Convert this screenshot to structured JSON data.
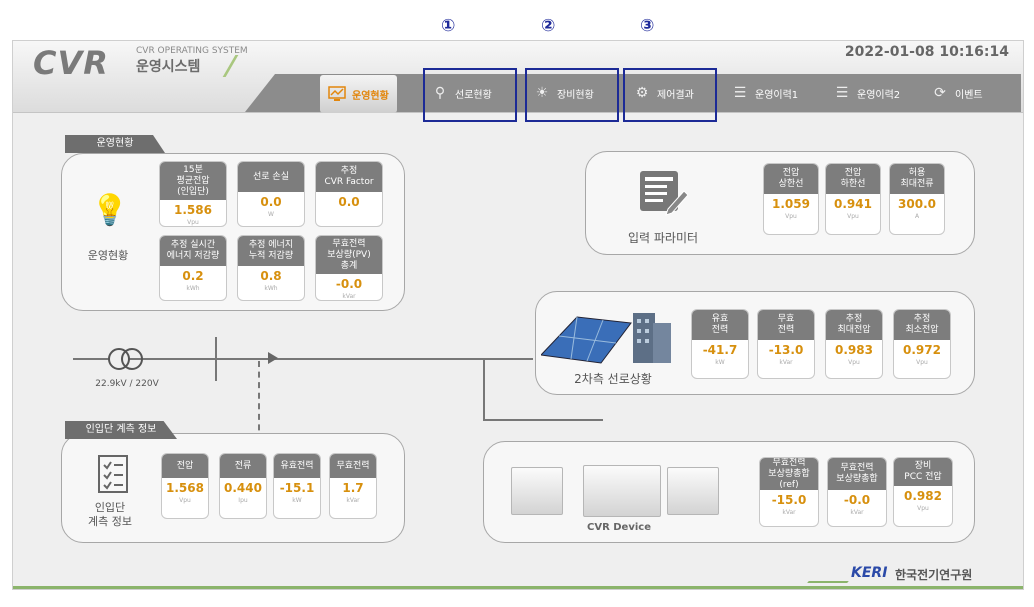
{
  "markers": [
    "①",
    "②",
    "③"
  ],
  "header": {
    "logo": "CVR",
    "subtitle_en": "CVR OPERATING SYSTEM",
    "subtitle_ko": "운영시스템",
    "datetime": "2022-01-08  10:16:14"
  },
  "tabs": [
    {
      "label": "운영현황",
      "icon": "monitor-chart-icon"
    },
    {
      "label": "선로현황",
      "icon": "search-icon"
    },
    {
      "label": "장비현황",
      "icon": "solar-panel-icon"
    },
    {
      "label": "제어결과",
      "icon": "gears-icon"
    },
    {
      "label": "운영이력1",
      "icon": "list-icon"
    },
    {
      "label": "운영이력2",
      "icon": "list-icon"
    },
    {
      "label": "이벤트",
      "icon": "search-refresh-icon"
    }
  ],
  "operation": {
    "title": "운영현황",
    "caption": "운영현황",
    "cards": [
      {
        "label": "15분\n평균전압\n(인입단)",
        "value": "1.586",
        "unit": "Vpu"
      },
      {
        "label": "선로 손실",
        "value": "0.0",
        "unit": "W"
      },
      {
        "label": "추정\nCVR Factor",
        "value": "0.0",
        "unit": ""
      },
      {
        "label": "추정 실시간\n에너지 저감량",
        "value": "0.2",
        "unit": "kWh"
      },
      {
        "label": "추정 에너지\n누적 저감량",
        "value": "0.8",
        "unit": "kWh"
      },
      {
        "label": "무효전력\n보상량(PV)\n총계",
        "value": "-0.0",
        "unit": "kVar"
      }
    ]
  },
  "input_params": {
    "caption": "입력 파라미터",
    "cards": [
      {
        "label": "전압\n상한선",
        "value": "1.059",
        "unit": "Vpu"
      },
      {
        "label": "전압\n하한선",
        "value": "0.941",
        "unit": "Vpu"
      },
      {
        "label": "허용\n최대전류",
        "value": "300.0",
        "unit": "A"
      }
    ]
  },
  "secondary": {
    "caption": "2차측 선로상황",
    "cards": [
      {
        "label": "유효\n전력",
        "value": "-41.7",
        "unit": "kW"
      },
      {
        "label": "무효\n전력",
        "value": "-13.0",
        "unit": "kVar"
      },
      {
        "label": "추정\n최대전압",
        "value": "0.983",
        "unit": "Vpu"
      },
      {
        "label": "추정\n최소전압",
        "value": "0.972",
        "unit": "Vpu"
      }
    ]
  },
  "transformer": {
    "label": "22.9kV / 220V"
  },
  "intake": {
    "title": "인입단 계측 정보",
    "caption": "인입단\n계측 정보",
    "cards": [
      {
        "label": "전압",
        "value": "1.568",
        "unit": "Vpu"
      },
      {
        "label": "전류",
        "value": "0.440",
        "unit": "Ipu"
      },
      {
        "label": "유효전력",
        "value": "-15.1",
        "unit": "kW"
      },
      {
        "label": "무효전력",
        "value": "1.7",
        "unit": "kVar"
      }
    ]
  },
  "device": {
    "caption": "CVR Device",
    "cards": [
      {
        "label": "무효전력\n보상량총합\n(ref)",
        "value": "-15.0",
        "unit": "kVar"
      },
      {
        "label": "무효전력\n보상량총합",
        "value": "-0.0",
        "unit": "kVar"
      },
      {
        "label": "장비\nPCC 전압",
        "value": "0.982",
        "unit": "Vpu"
      }
    ]
  },
  "footer": {
    "brand": "KERI",
    "org": "한국전기연구원"
  }
}
